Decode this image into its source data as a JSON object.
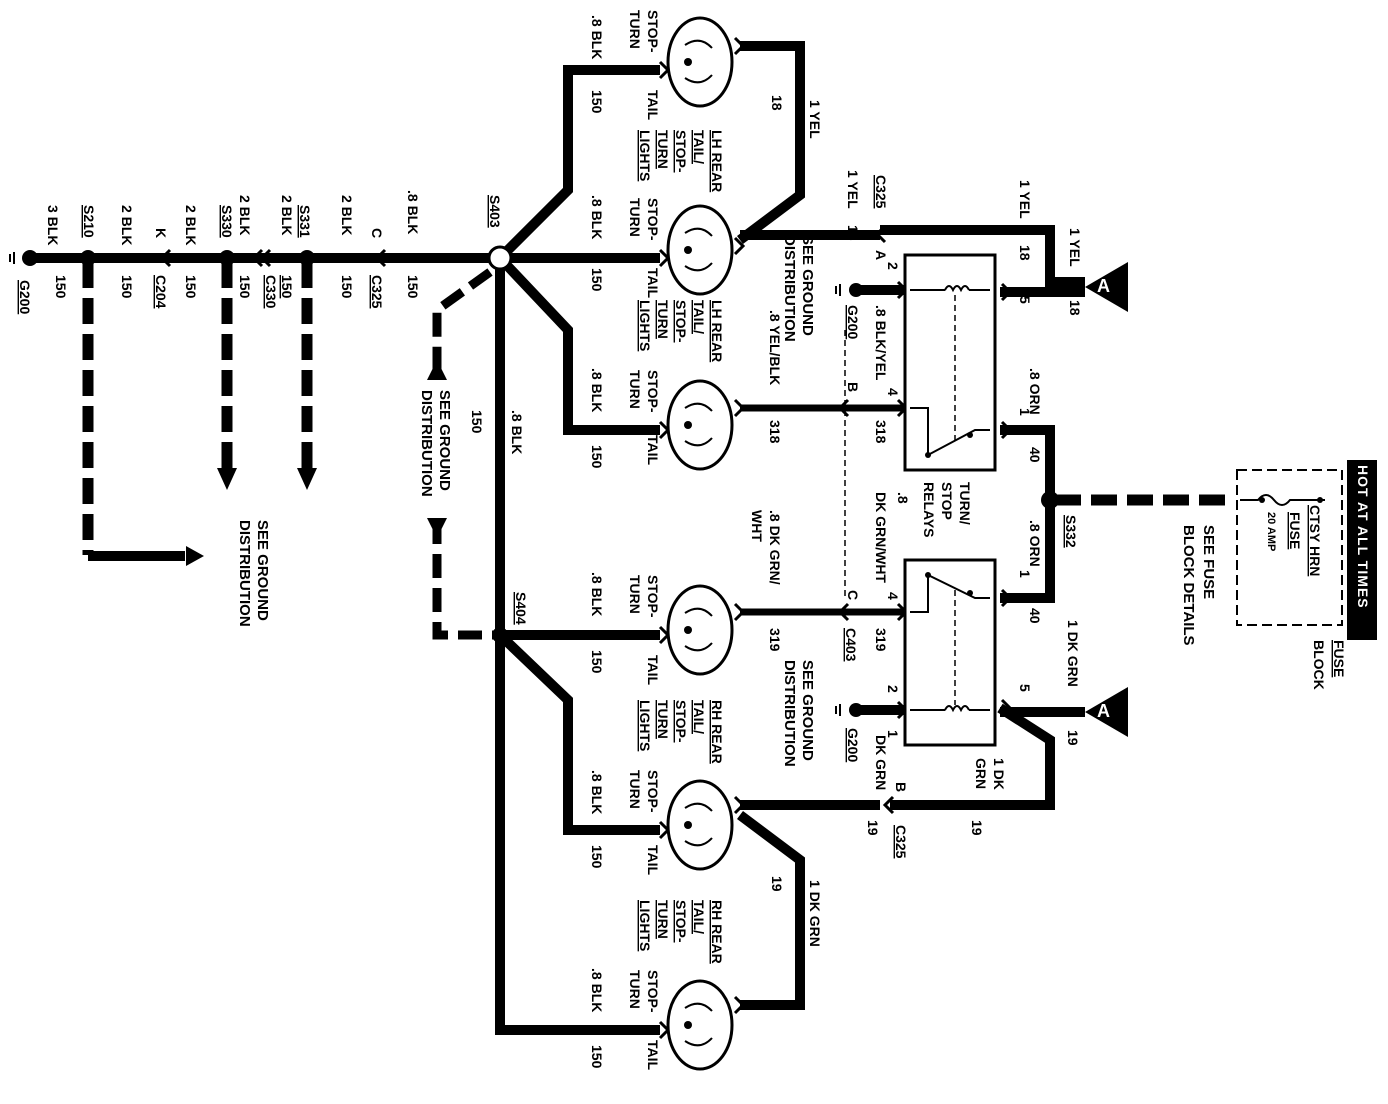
{
  "splices": {
    "s403": "S403",
    "s404": "S404",
    "s210": "S210",
    "s330": "S330",
    "s331": "S331",
    "s332": "S332"
  },
  "connectors": {
    "c325_top": "C325",
    "c325_left": "C325",
    "c325_bottom": "C325",
    "c330": "C330",
    "c204": "C204",
    "c403": "C403",
    "g200_left": "G200",
    "g200_top": "G200",
    "g200_bottom": "G200",
    "pin_a": "A",
    "pin_b": "B",
    "pin_c": "C",
    "pin_k": "K",
    "pin_c_left": "C",
    "pin_b_bottom": "B"
  },
  "wires": {
    "blk3": "3 BLK",
    "blk2a": "2 BLK",
    "blk2b": "2 BLK",
    "blk2c": "2 BLK",
    "blk2d": "2 BLK",
    "blk2e": "2 BLK",
    "blk8a": ".8 BLK",
    "blk8b": ".8 BLK",
    "blk8c": ".8 BLK",
    "blk8d": ".8 BLK",
    "blk8e": ".8 BLK",
    "blk8f": ".8 BLK",
    "blk8g": ".8 BLK",
    "blk8h": ".8 BLK",
    "yel1a": "1 YEL",
    "yel1b": "1 YEL",
    "yel1c": "1 YEL",
    "yel1d": "1 YEL",
    "blkyel": ".8 BLK/YEL",
    "yelblk": ".8 YEL/BLK",
    "orn8a": ".8 ORN",
    "orn8b": ".8 ORN",
    "dkgrnwht": ".8 DK GRN/WHT",
    "dkgrnwht_a": ".8",
    "dkgrnwht_b": "DK GRN/WHT",
    "dkgrnwht2_a": ".8 DK GRN/",
    "dkgrnwht2_b": "WHT",
    "dkgrn1a": "1 DK GRN",
    "dkgrn1b": "1 DK GRN",
    "dkgrn1c_a": "1 DK",
    "dkgrn1c_b": "GRN",
    "dkgrn_b": "DK GRN",
    "n150": "150",
    "n18": "18",
    "n19": "19",
    "n318": "318",
    "n319": "319",
    "n40": "40",
    "n1": "1",
    "n2": "2",
    "n4": "4",
    "n5": "5"
  },
  "labels": {
    "see_ground": "SEE GROUND",
    "distribution": "DISTRIBUTION",
    "see_fuse": "SEE FUSE",
    "block_details": "BLOCK DETAILS",
    "hot_at_all_times": "HOT AT ALL TIMES",
    "fuse_block_a": "FUSE",
    "fuse_block_b": "BLOCK",
    "ctsy_hrn": "CTSY HRN",
    "fuse": "FUSE",
    "amp20": "20 AMP",
    "turn_stop_relays_a": "TURN/",
    "turn_stop_relays_b": "STOP",
    "turn_stop_relays_c": "RELAYS",
    "stop": "STOP-",
    "turn": "TURN",
    "tail": "TAIL",
    "lh_rear": "LH REAR",
    "rh_rear": "RH REAR",
    "tail_slash": "TAIL/",
    "stop_dash": "STOP-",
    "turn_u": "TURN",
    "lights": "LIGHTS"
  }
}
